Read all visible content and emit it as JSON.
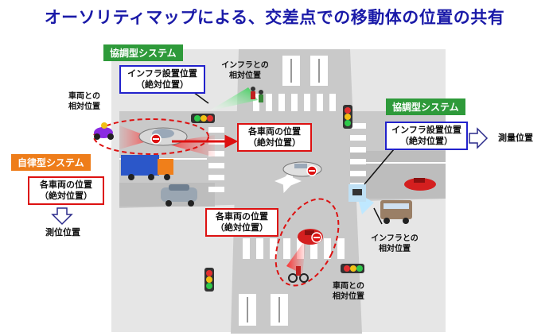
{
  "title": "オーソリティマップによる、交差点での移動体の位置の共有",
  "cooperative_system_left": "協調型システム",
  "cooperative_system_right": "協調型システム",
  "autonomous_system": "自律型システム",
  "infra_position_left": {
    "line1": "インフラ設置位置",
    "line2": "（絶対位置）"
  },
  "infra_position_right": {
    "line1": "インフラ設置位置",
    "line2": "（絶対位置）"
  },
  "vehicle_position_top": {
    "line1": "各車両の位置",
    "line2": "（絶対位置）"
  },
  "vehicle_position_left": {
    "line1": "各車両の位置",
    "line2": "（絶対位置）"
  },
  "vehicle_position_center": {
    "line1": "各車両の位置",
    "line2": "（絶対位置）"
  },
  "relative_to_infra_top": {
    "line1": "インフラとの",
    "line2": "相対位置"
  },
  "relative_to_infra_right": {
    "line1": "インフラとの",
    "line2": "相対位置"
  },
  "relative_to_vehicle_left": {
    "line1": "車両との",
    "line2": "相対位置"
  },
  "relative_to_vehicle_bottom": {
    "line1": "車両との",
    "line2": "相対位置"
  },
  "survey_position": "測量位置",
  "positioning_position": "測位位置",
  "colors": {
    "title": "#1a1aa8",
    "cooperative": "#2e9a3a",
    "autonomous": "#ee7d1a",
    "infra_box_border": "#2222cc",
    "vehicle_box_border": "#dd1111",
    "road": "#c9c9c9"
  }
}
